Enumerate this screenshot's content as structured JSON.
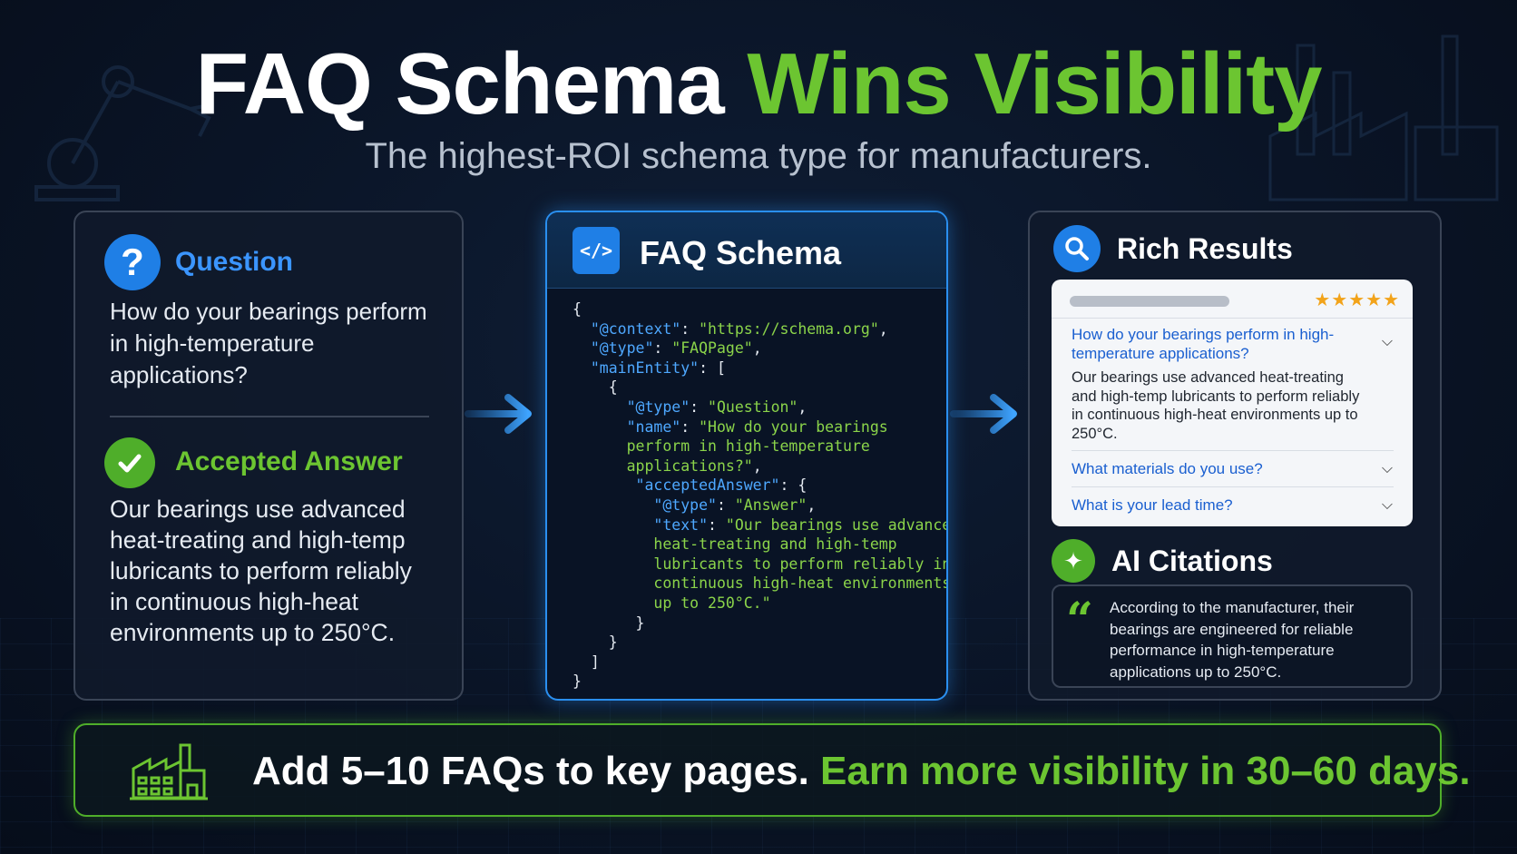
{
  "title": {
    "white": "FAQ Schema",
    "green": "Wins Visibility"
  },
  "subtitle": "The highest-ROI schema type for manufacturers.",
  "question_card": {
    "question_label": "Question",
    "question_text": "How do your bearings perform in high-temperature applications?",
    "answer_label": "Accepted Answer",
    "answer_text": "Our bearings use advanced heat-treating and high-temp lubricants to perform reliably in continuous high-heat environments up to 250°C."
  },
  "schema_card": {
    "title": "FAQ Schema",
    "code": {
      "open": "{",
      "context_key": "\"@context\"",
      "context_val": "\"https://schema.org\"",
      "type_key": "\"@type\"",
      "type_val": "\"FAQPage\"",
      "main_key": "\"mainEntity\"",
      "q_type_key": "\"@type\"",
      "q_type_val": "\"Question\"",
      "name_key": "\"name\"",
      "name_val_1": "\"How do your bearings",
      "name_val_2": "perform in high-temperature",
      "name_val_3": "applications?\"",
      "accepted_key": "\"acceptedAnswer\"",
      "a_type_key": "\"@type\"",
      "a_type_val": "\"Answer\"",
      "text_key": "\"text\"",
      "text_val_1": "\"Our bearings use advanced",
      "text_val_2": "heat-treating and high-temp",
      "text_val_3": "lubricants to perform reliably in",
      "text_val_4": "continuous high-heat environments",
      "text_val_5": "up to 250°C.\""
    }
  },
  "results_card": {
    "title": "Rich Results",
    "rating_stars": "★★★★★",
    "faq_items": [
      {
        "question": "How do your bearings perform in high-temperature applications?",
        "answer": "Our bearings use advanced heat-treating and high-temp lubricants to perform reliably in continuous high-heat environments up to 250°C."
      },
      {
        "question": "What materials do you use?"
      },
      {
        "question": "What is your lead time?"
      }
    ],
    "ai_title": "AI Citations",
    "ai_quote": "According to the manufacturer, their bearings are engineered for reliable performance in high-temperature applications up to 250°C."
  },
  "banner": {
    "white": "Add 5–10 FAQs to key pages.",
    "green": "Earn more visibility in 30–60 days."
  },
  "colors": {
    "accent_green": "#6cc531",
    "accent_blue": "#1f7fe6",
    "background": "#0a1426"
  }
}
